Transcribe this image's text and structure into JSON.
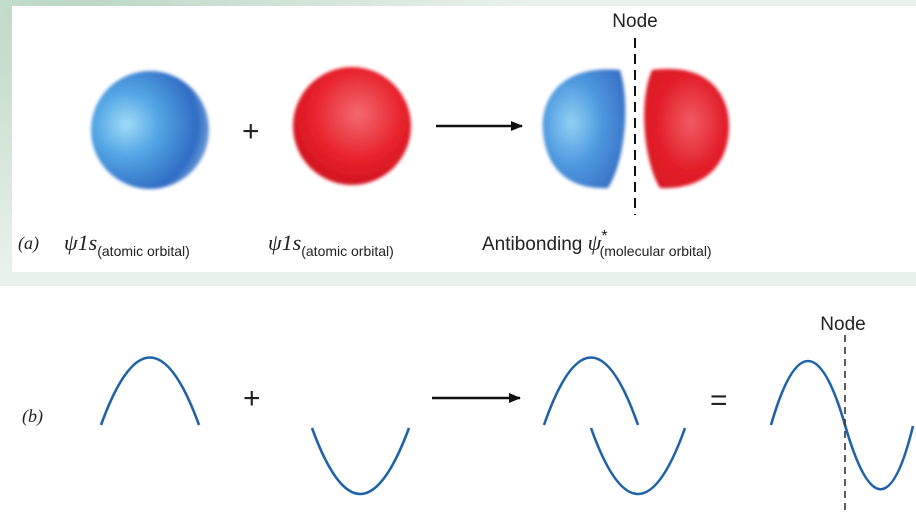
{
  "panel_a": {
    "label": "(a)",
    "node_label": "Node",
    "plus": "+",
    "orbital_1": {
      "symbol": "ψ1s",
      "subscript": "(atomic orbital)"
    },
    "orbital_2": {
      "symbol": "ψ1s",
      "subscript": "(atomic orbital)"
    },
    "result": {
      "prefix": "Antibonding ",
      "symbol": "ψ",
      "superscript": "*",
      "subscript": "(molecular orbital)"
    }
  },
  "panel_b": {
    "label": "(b)",
    "node_label": "Node",
    "plus": "+",
    "equals": "="
  },
  "colors": {
    "blue_orbital": "#3a86d6",
    "red_orbital": "#e8232d",
    "wave": "#1f62a8",
    "arrow": "#111111"
  }
}
